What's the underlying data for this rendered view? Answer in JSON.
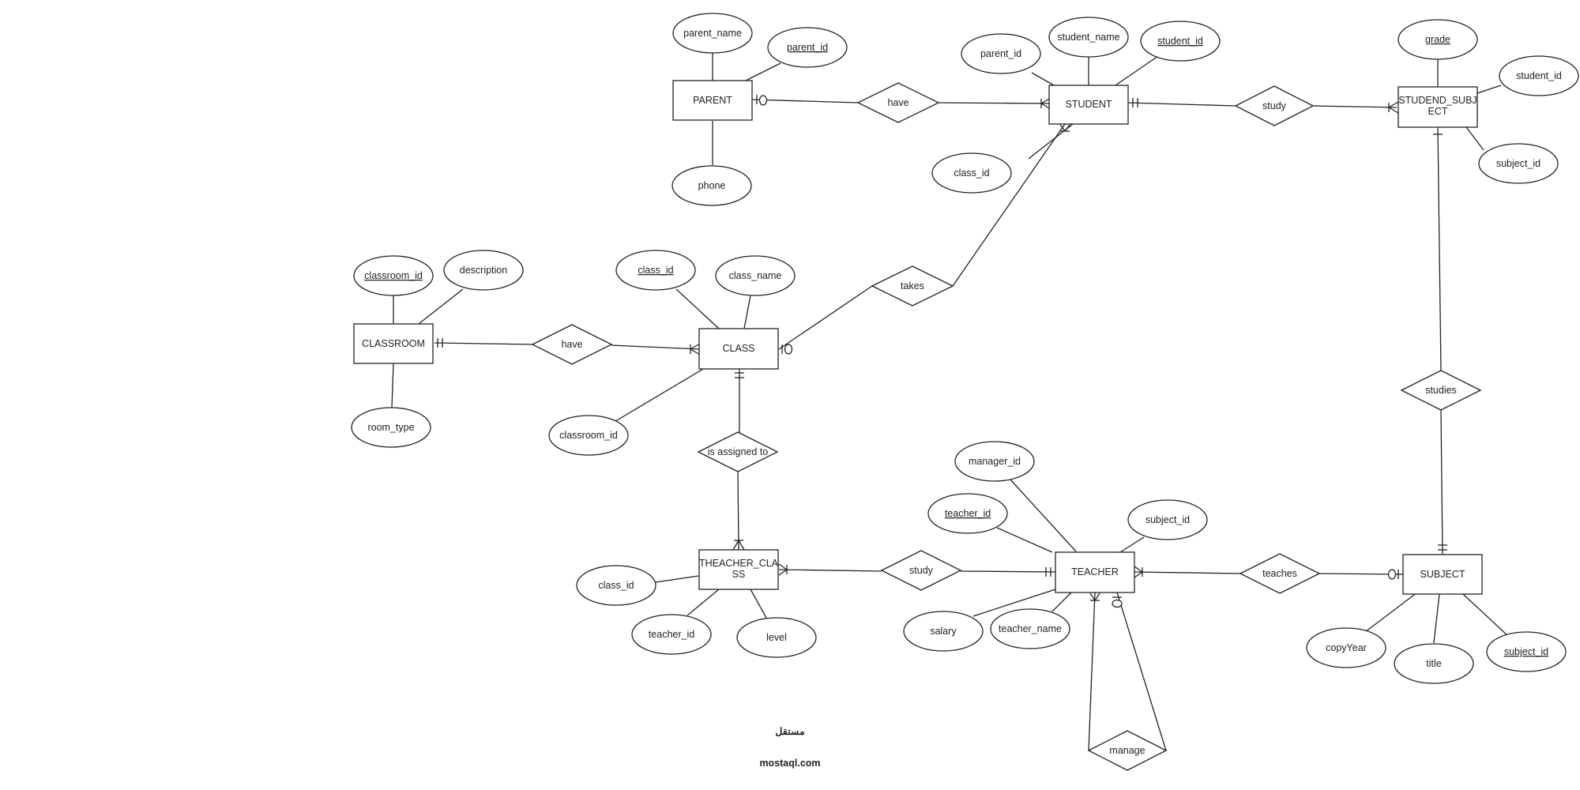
{
  "diagram": {
    "entities": {
      "parent": "PARENT",
      "student": "STUDENT",
      "studend_subject": [
        "STUDEND_SUBJ",
        "ECT"
      ],
      "classroom": "CLASSROOM",
      "class": "CLASS",
      "teacher_class": [
        "THEACHER_CLA",
        "SS"
      ],
      "teacher": "TEACHER",
      "subject": "SUBJECT"
    },
    "relationships": {
      "parent_have": "have",
      "student_study": "study",
      "takes": "takes",
      "classroom_have": "have",
      "is_assigned_to": "is assigned to",
      "studies": "studies",
      "teacher_study": "study",
      "teaches": "teaches",
      "manage": "manage"
    },
    "attributes": {
      "parent_name": {
        "label": "parent_name",
        "key": false
      },
      "parent_parent_id": {
        "label": "parent_id",
        "key": true
      },
      "parent_phone": {
        "label": "phone",
        "key": false
      },
      "student_parent_id": {
        "label": "parent_id",
        "key": false
      },
      "student_name": {
        "label": "student_name",
        "key": false
      },
      "student_student_id": {
        "label": "student_id",
        "key": true
      },
      "student_class_id": {
        "label": "class_id",
        "key": false
      },
      "ss_grade": {
        "label": "grade",
        "key": true
      },
      "ss_student_id": {
        "label": "student_id",
        "key": false
      },
      "ss_subject_id": {
        "label": "subject_id",
        "key": false
      },
      "classroom_id": {
        "label": "classroom_id",
        "key": true
      },
      "classroom_description": {
        "label": "description",
        "key": false
      },
      "classroom_room_type": {
        "label": "room_type",
        "key": false
      },
      "class_class_id": {
        "label": "class_id",
        "key": true
      },
      "class_name": {
        "label": "class_name",
        "key": false
      },
      "class_classroom_id": {
        "label": "classroom_id",
        "key": false
      },
      "tc_class_id": {
        "label": "class_id",
        "key": false
      },
      "tc_teacher_id": {
        "label": "teacher_id",
        "key": false
      },
      "tc_level": {
        "label": "level",
        "key": false
      },
      "teacher_manager_id": {
        "label": "manager_id",
        "key": false
      },
      "teacher_teacher_id": {
        "label": "teacher_id",
        "key": true
      },
      "teacher_subject_id": {
        "label": "subject_id",
        "key": false
      },
      "teacher_salary": {
        "label": "salary",
        "key": false
      },
      "teacher_name": {
        "label": "teacher_name",
        "key": false
      },
      "subject_copy_year": {
        "label": "copyYear",
        "key": false
      },
      "subject_title": {
        "label": "title",
        "key": false
      },
      "subject_subject_id": {
        "label": "subject_id",
        "key": true
      }
    },
    "relations": [
      {
        "from": "parent",
        "via": "parent_have",
        "to": "student",
        "from_card": "zero-or-one",
        "to_card": "one-or-many"
      },
      {
        "from": "student",
        "via": "student_study",
        "to": "studend_subject",
        "from_card": "one-and-only-one",
        "to_card": "one-or-many"
      },
      {
        "from": "student",
        "via": "takes",
        "to": "class",
        "from_card": "one-or-many",
        "to_card": "zero-or-one"
      },
      {
        "from": "classroom",
        "via": "classroom_have",
        "to": "class",
        "from_card": "one-and-only-one",
        "to_card": "one-or-many"
      },
      {
        "from": "class",
        "via": "is_assigned_to",
        "to": "teacher_class",
        "from_card": "one-and-only-one",
        "to_card": "one-or-many"
      },
      {
        "from": "studend_subject",
        "via": "studies",
        "to": "subject",
        "from_card": "one",
        "to_card": "one-and-only-one"
      },
      {
        "from": "teacher_class",
        "via": "teacher_study",
        "to": "teacher",
        "from_card": "one-or-many",
        "to_card": "one-and-only-one"
      },
      {
        "from": "teacher",
        "via": "teaches",
        "to": "subject",
        "from_card": "one-or-many",
        "to_card": "zero-or-one"
      },
      {
        "from": "teacher",
        "via": "manage",
        "to": "teacher",
        "from_card": "one-or-many",
        "to_card": "zero-or-one"
      }
    ]
  },
  "watermark": {
    "logo_text": "مستقل",
    "site": "mostaql.com"
  }
}
